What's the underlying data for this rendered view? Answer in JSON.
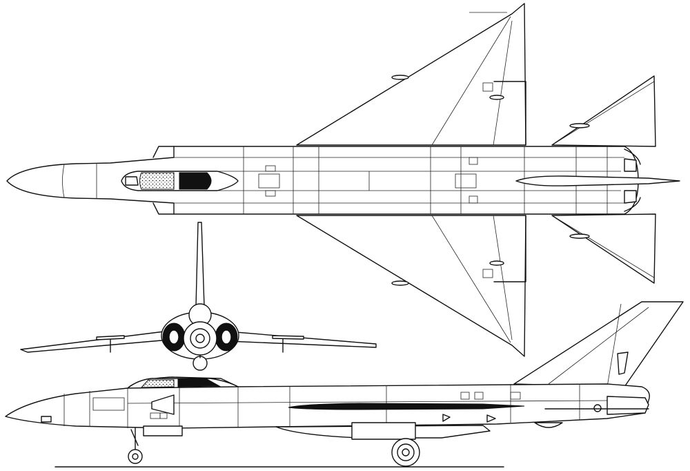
{
  "drawing": {
    "views": [
      {
        "id": "top",
        "icon": "aircraft-planform-view-icon"
      },
      {
        "id": "front",
        "icon": "aircraft-front-view-icon"
      },
      {
        "id": "side",
        "icon": "aircraft-side-profile-view-icon"
      }
    ],
    "colors": {
      "line": "#111111",
      "background": "#ffffff"
    }
  }
}
